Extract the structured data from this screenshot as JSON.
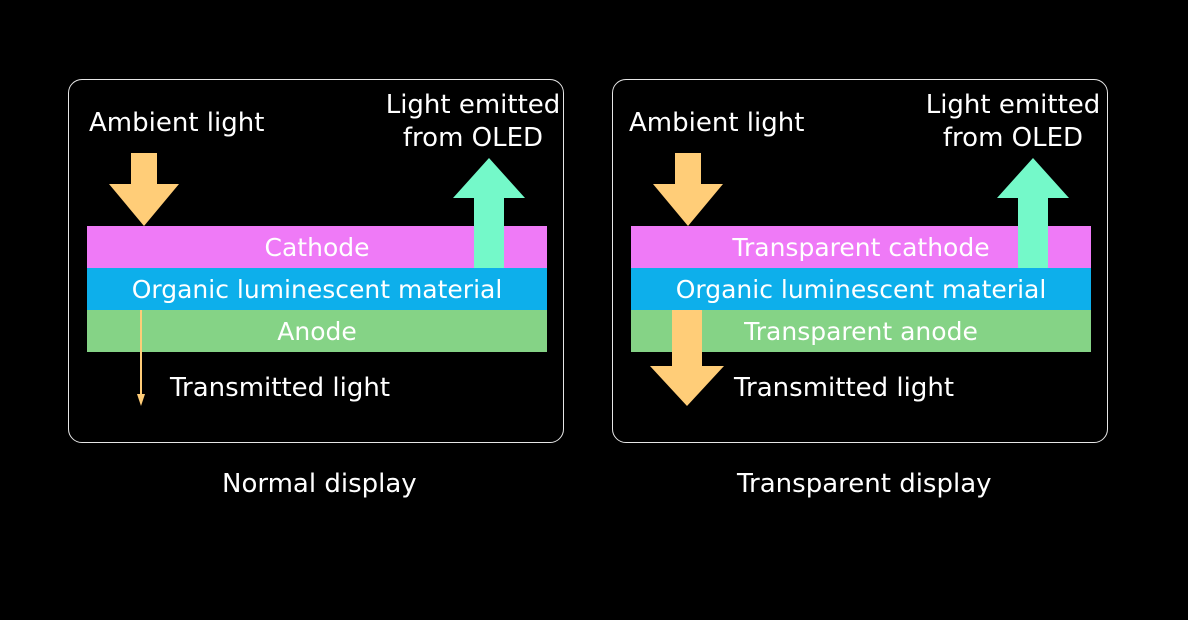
{
  "colors": {
    "cathode": "#ef7af7",
    "organic": "#0dafeb",
    "anode": "#85d386",
    "ambient_arrow": "#ffcd78",
    "emit_arrow": "#74f9c9",
    "background": "#000000",
    "border": "#e6e6e6"
  },
  "normal": {
    "ambient_label": "Ambient light",
    "emit_label_line1": "Light emitted",
    "emit_label_line2": "from OLED",
    "layer_top": "Cathode",
    "layer_mid": "Organic luminescent material",
    "layer_bottom": "Anode",
    "transmitted_label": "Transmitted light",
    "caption": "Normal display",
    "icons": [
      "ambient-light-arrow-icon",
      "emitted-light-arrow-icon",
      "thin-transmitted-arrow-icon"
    ]
  },
  "transparent": {
    "ambient_label": "Ambient light",
    "emit_label_line1": "Light emitted",
    "emit_label_line2": "from OLED",
    "layer_top": "Transparent cathode",
    "layer_mid": "Organic luminescent material",
    "layer_bottom": "Transparent anode",
    "transmitted_label": "Transmitted light",
    "caption": "Transparent display",
    "icons": [
      "ambient-light-arrow-icon",
      "emitted-light-arrow-icon",
      "wide-transmitted-arrow-icon"
    ]
  }
}
